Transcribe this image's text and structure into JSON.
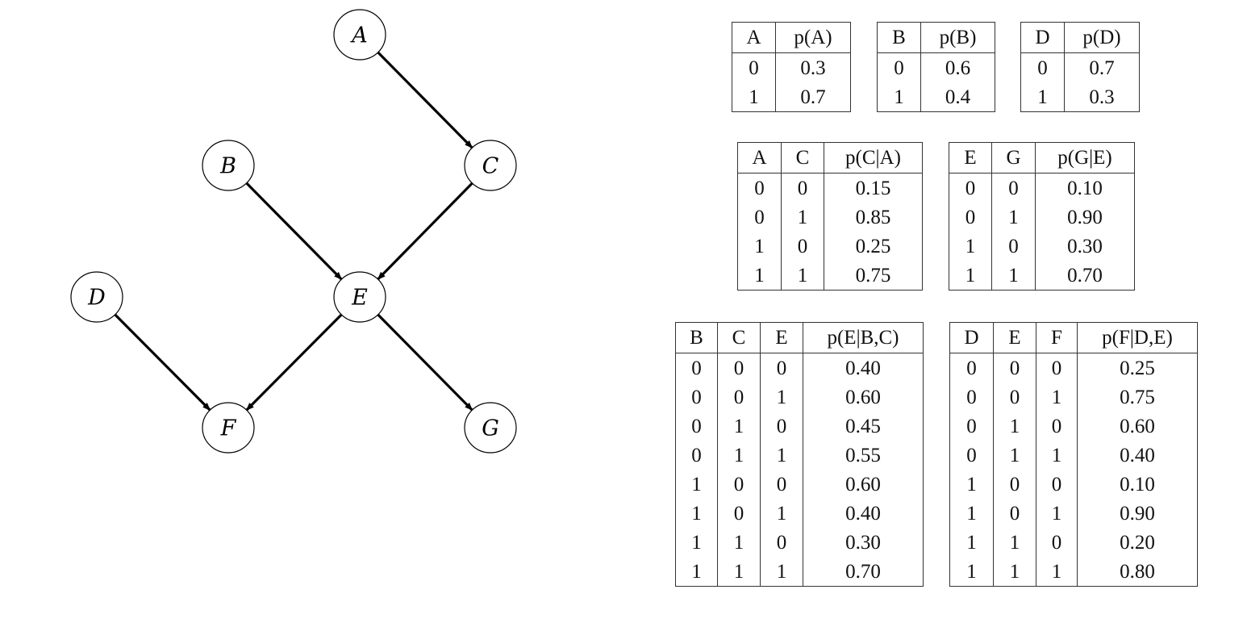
{
  "graph": {
    "nodes": [
      {
        "id": "A",
        "label": "A"
      },
      {
        "id": "B",
        "label": "B"
      },
      {
        "id": "C",
        "label": "C"
      },
      {
        "id": "D",
        "label": "D"
      },
      {
        "id": "E",
        "label": "E"
      },
      {
        "id": "F",
        "label": "F"
      },
      {
        "id": "G",
        "label": "G"
      }
    ],
    "edges": [
      {
        "from": "A",
        "to": "C"
      },
      {
        "from": "B",
        "to": "E"
      },
      {
        "from": "C",
        "to": "E"
      },
      {
        "from": "D",
        "to": "F"
      },
      {
        "from": "E",
        "to": "F"
      },
      {
        "from": "E",
        "to": "G"
      }
    ]
  },
  "tables": {
    "pA": {
      "headers": [
        "A",
        "p(A)"
      ],
      "rows": [
        [
          "0",
          "0.3"
        ],
        [
          "1",
          "0.7"
        ]
      ]
    },
    "pB": {
      "headers": [
        "B",
        "p(B)"
      ],
      "rows": [
        [
          "0",
          "0.6"
        ],
        [
          "1",
          "0.4"
        ]
      ]
    },
    "pD": {
      "headers": [
        "D",
        "p(D)"
      ],
      "rows": [
        [
          "0",
          "0.7"
        ],
        [
          "1",
          "0.3"
        ]
      ]
    },
    "pCA": {
      "headers": [
        "A",
        "C",
        "p(C|A)"
      ],
      "rows": [
        [
          "0",
          "0",
          "0.15"
        ],
        [
          "0",
          "1",
          "0.85"
        ],
        [
          "1",
          "0",
          "0.25"
        ],
        [
          "1",
          "1",
          "0.75"
        ]
      ]
    },
    "pGE": {
      "headers": [
        "E",
        "G",
        "p(G|E)"
      ],
      "rows": [
        [
          "0",
          "0",
          "0.10"
        ],
        [
          "0",
          "1",
          "0.90"
        ],
        [
          "1",
          "0",
          "0.30"
        ],
        [
          "1",
          "1",
          "0.70"
        ]
      ]
    },
    "pEBC": {
      "headers": [
        "B",
        "C",
        "E",
        "p(E|B,C)"
      ],
      "rows": [
        [
          "0",
          "0",
          "0",
          "0.40"
        ],
        [
          "0",
          "0",
          "1",
          "0.60"
        ],
        [
          "0",
          "1",
          "0",
          "0.45"
        ],
        [
          "0",
          "1",
          "1",
          "0.55"
        ],
        [
          "1",
          "0",
          "0",
          "0.60"
        ],
        [
          "1",
          "0",
          "1",
          "0.40"
        ],
        [
          "1",
          "1",
          "0",
          "0.30"
        ],
        [
          "1",
          "1",
          "1",
          "0.70"
        ]
      ]
    },
    "pFDE": {
      "headers": [
        "D",
        "E",
        "F",
        "p(F|D,E)"
      ],
      "rows": [
        [
          "0",
          "0",
          "0",
          "0.25"
        ],
        [
          "0",
          "0",
          "1",
          "0.75"
        ],
        [
          "0",
          "1",
          "0",
          "0.60"
        ],
        [
          "0",
          "1",
          "1",
          "0.40"
        ],
        [
          "1",
          "0",
          "0",
          "0.10"
        ],
        [
          "1",
          "0",
          "1",
          "0.90"
        ],
        [
          "1",
          "1",
          "0",
          "0.20"
        ],
        [
          "1",
          "1",
          "1",
          "0.80"
        ]
      ]
    }
  }
}
